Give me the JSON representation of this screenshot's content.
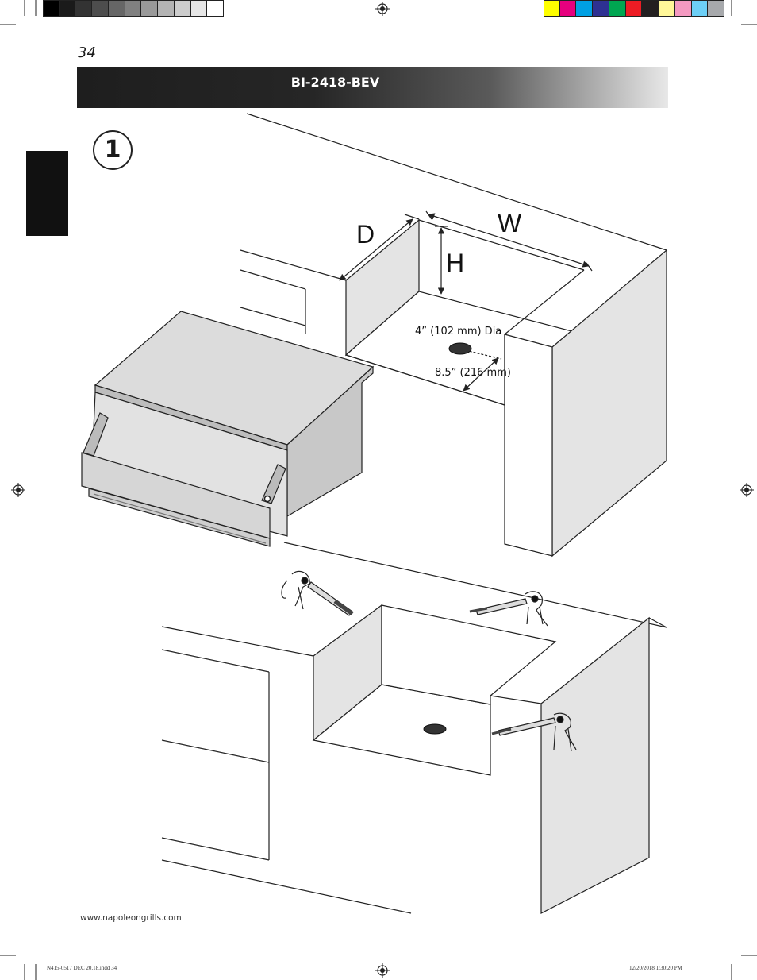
{
  "page": {
    "page_number": "34",
    "header_title": "BI-2418-BEV",
    "step_number": "1",
    "footer_url": "www.napoleongrills.com",
    "slug_left": "N415-0517 DEC 20.18.indd   34",
    "slug_right": "12/20/2018   1:30:20 PM"
  },
  "diagram": {
    "labels": {
      "depth": "D",
      "width": "W",
      "height": "H",
      "hole_diameter": "4” (102 mm) Dia",
      "hole_offset": "8.5” (216 mm)"
    }
  },
  "colors": {
    "grayscale_swatches": [
      "#000000",
      "#1a1a1a",
      "#333333",
      "#4d4d4d",
      "#666666",
      "#808080",
      "#999999",
      "#b3b3b3",
      "#cccccc",
      "#e6e6e6",
      "#ffffff"
    ],
    "color_swatches": [
      "#ffff00",
      "#e6007e",
      "#00a0e3",
      "#2e3192",
      "#00a651",
      "#ed1c24",
      "#231f20",
      "#fff799",
      "#f49ac1",
      "#6dcff6",
      "#a7a9ac"
    ]
  }
}
